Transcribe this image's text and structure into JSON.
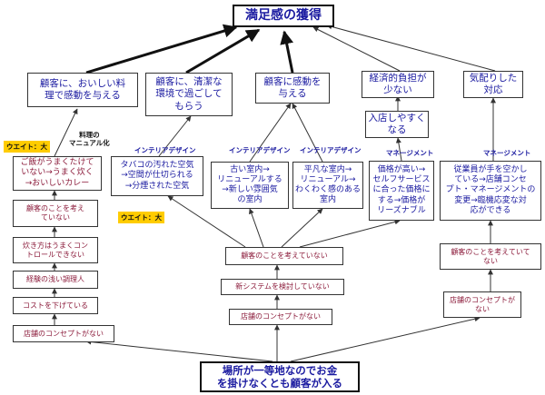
{
  "goal": "満足感の獲得",
  "top_nodes": [
    "顧客に、おいしい料\n理で感動を与える",
    "顧客に、清潔な\n環境で過ごして\nもらう",
    "顧客に感動を\n与える",
    "経済的負担が\n少ない",
    "気配りした\n対応"
  ],
  "store_visit": "入店しやすく\nなる",
  "mid_nodes": [
    "ご飯がうまくたけて\nいない→うまく炊く\n→おいしいカレー",
    "タバコの汚れた空気\n→空間が仕切られる\n→分煙された空気",
    "古い室内→\nリニューアルする\n→新しい雰囲気\nの室内",
    "平凡な室内→\nリニューアル→\nわくわく感のある\n室内",
    "価格が高い→\nセルフサービス\nに合った価格に\nする→価格が\nリーズナブル",
    "従業員が手を空かし\nている→店舗コンセ\nプト・マネージメントの\n変更→臨機応変な対\n応ができる"
  ],
  "labels": {
    "manual": "料理の\nマニュアル化",
    "interior1": "インテリアデザイン",
    "interior2": "インテリアデザイン",
    "interior3": "インテリアデザイン",
    "mgmt1": "マネージメント",
    "mgmt2": "マネージメント"
  },
  "weights": {
    "w1": "ウエイト：大",
    "w2": "ウエイト：大"
  },
  "left_chain": [
    "顧客のことを考え\nていない",
    "炊き方はうまくコン\nトロールできない",
    "経験の浅い調理人",
    "コストを下げている",
    "店舗のコンセプトがない"
  ],
  "center_chain": [
    "顧客のことを考えていない",
    "新システムを検討していない",
    "店舗のコンセプトがない"
  ],
  "right_chain": [
    "顧客のことを考えていて\nない",
    "店舗のコンセプトが\nない"
  ],
  "root": "場所が一等地なのでお金\nを掛けなくとも顧客が入る"
}
